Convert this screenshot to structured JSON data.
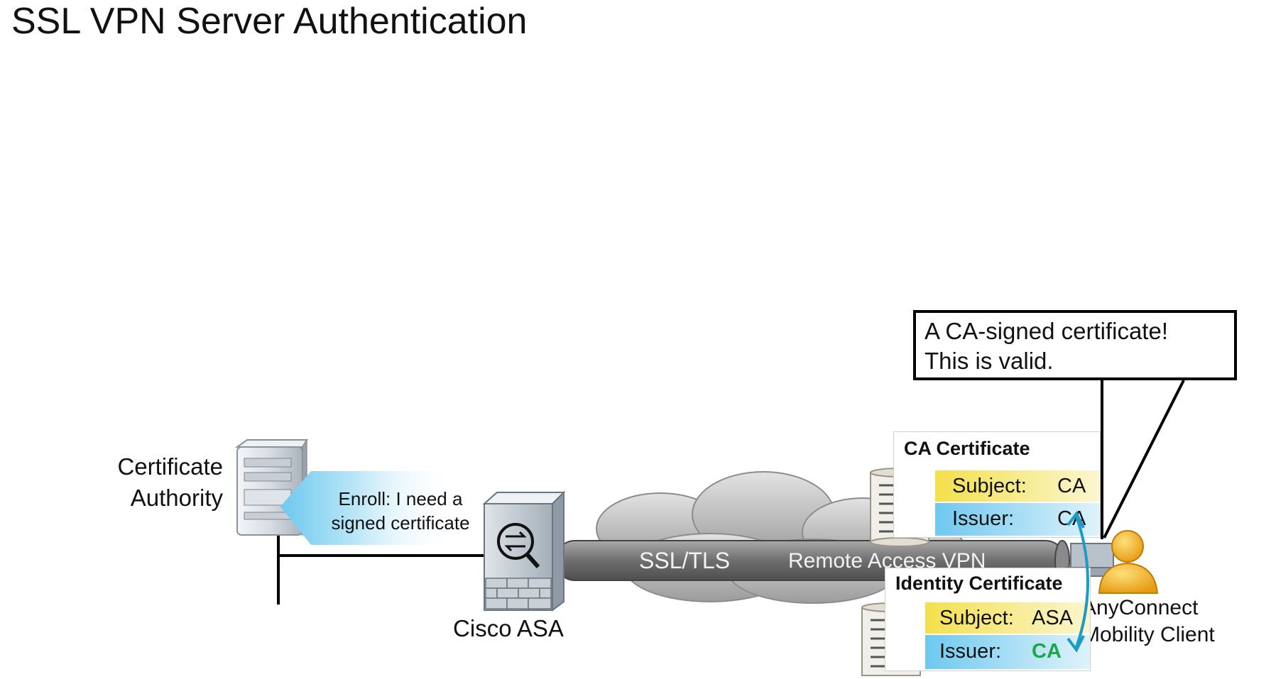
{
  "title": "SSL VPN Server Authentication",
  "nodes": {
    "ca_label": [
      "Certificate",
      "Authority"
    ],
    "asa_label": "Cisco ASA",
    "client_label": [
      "AnyConnect",
      "Mobility Client"
    ]
  },
  "enroll_message": [
    "Enroll: I need a",
    "signed certificate"
  ],
  "tunnel": {
    "protocol": "SSL/TLS",
    "name": "Remote Access VPN"
  },
  "callout": [
    "A CA-signed certificate!",
    "This is valid."
  ],
  "ca_certificate": {
    "title": "CA Certificate",
    "subject_label": "Subject:",
    "subject_value": "CA",
    "issuer_label": "Issuer:",
    "issuer_value": "CA"
  },
  "identity_certificate": {
    "title": "Identity Certificate",
    "subject_label": "Subject:",
    "subject_value": "ASA",
    "issuer_label": "Issuer:",
    "issuer_value": "CA"
  },
  "colors": {
    "subject_band": "#f6e86a",
    "issuer_band": "#8fd3f0",
    "verified_text": "#1aa84a",
    "arrow": "#1e9bc4",
    "tunnel": "#7a7a7a",
    "cloud": "#c4c4c4"
  }
}
